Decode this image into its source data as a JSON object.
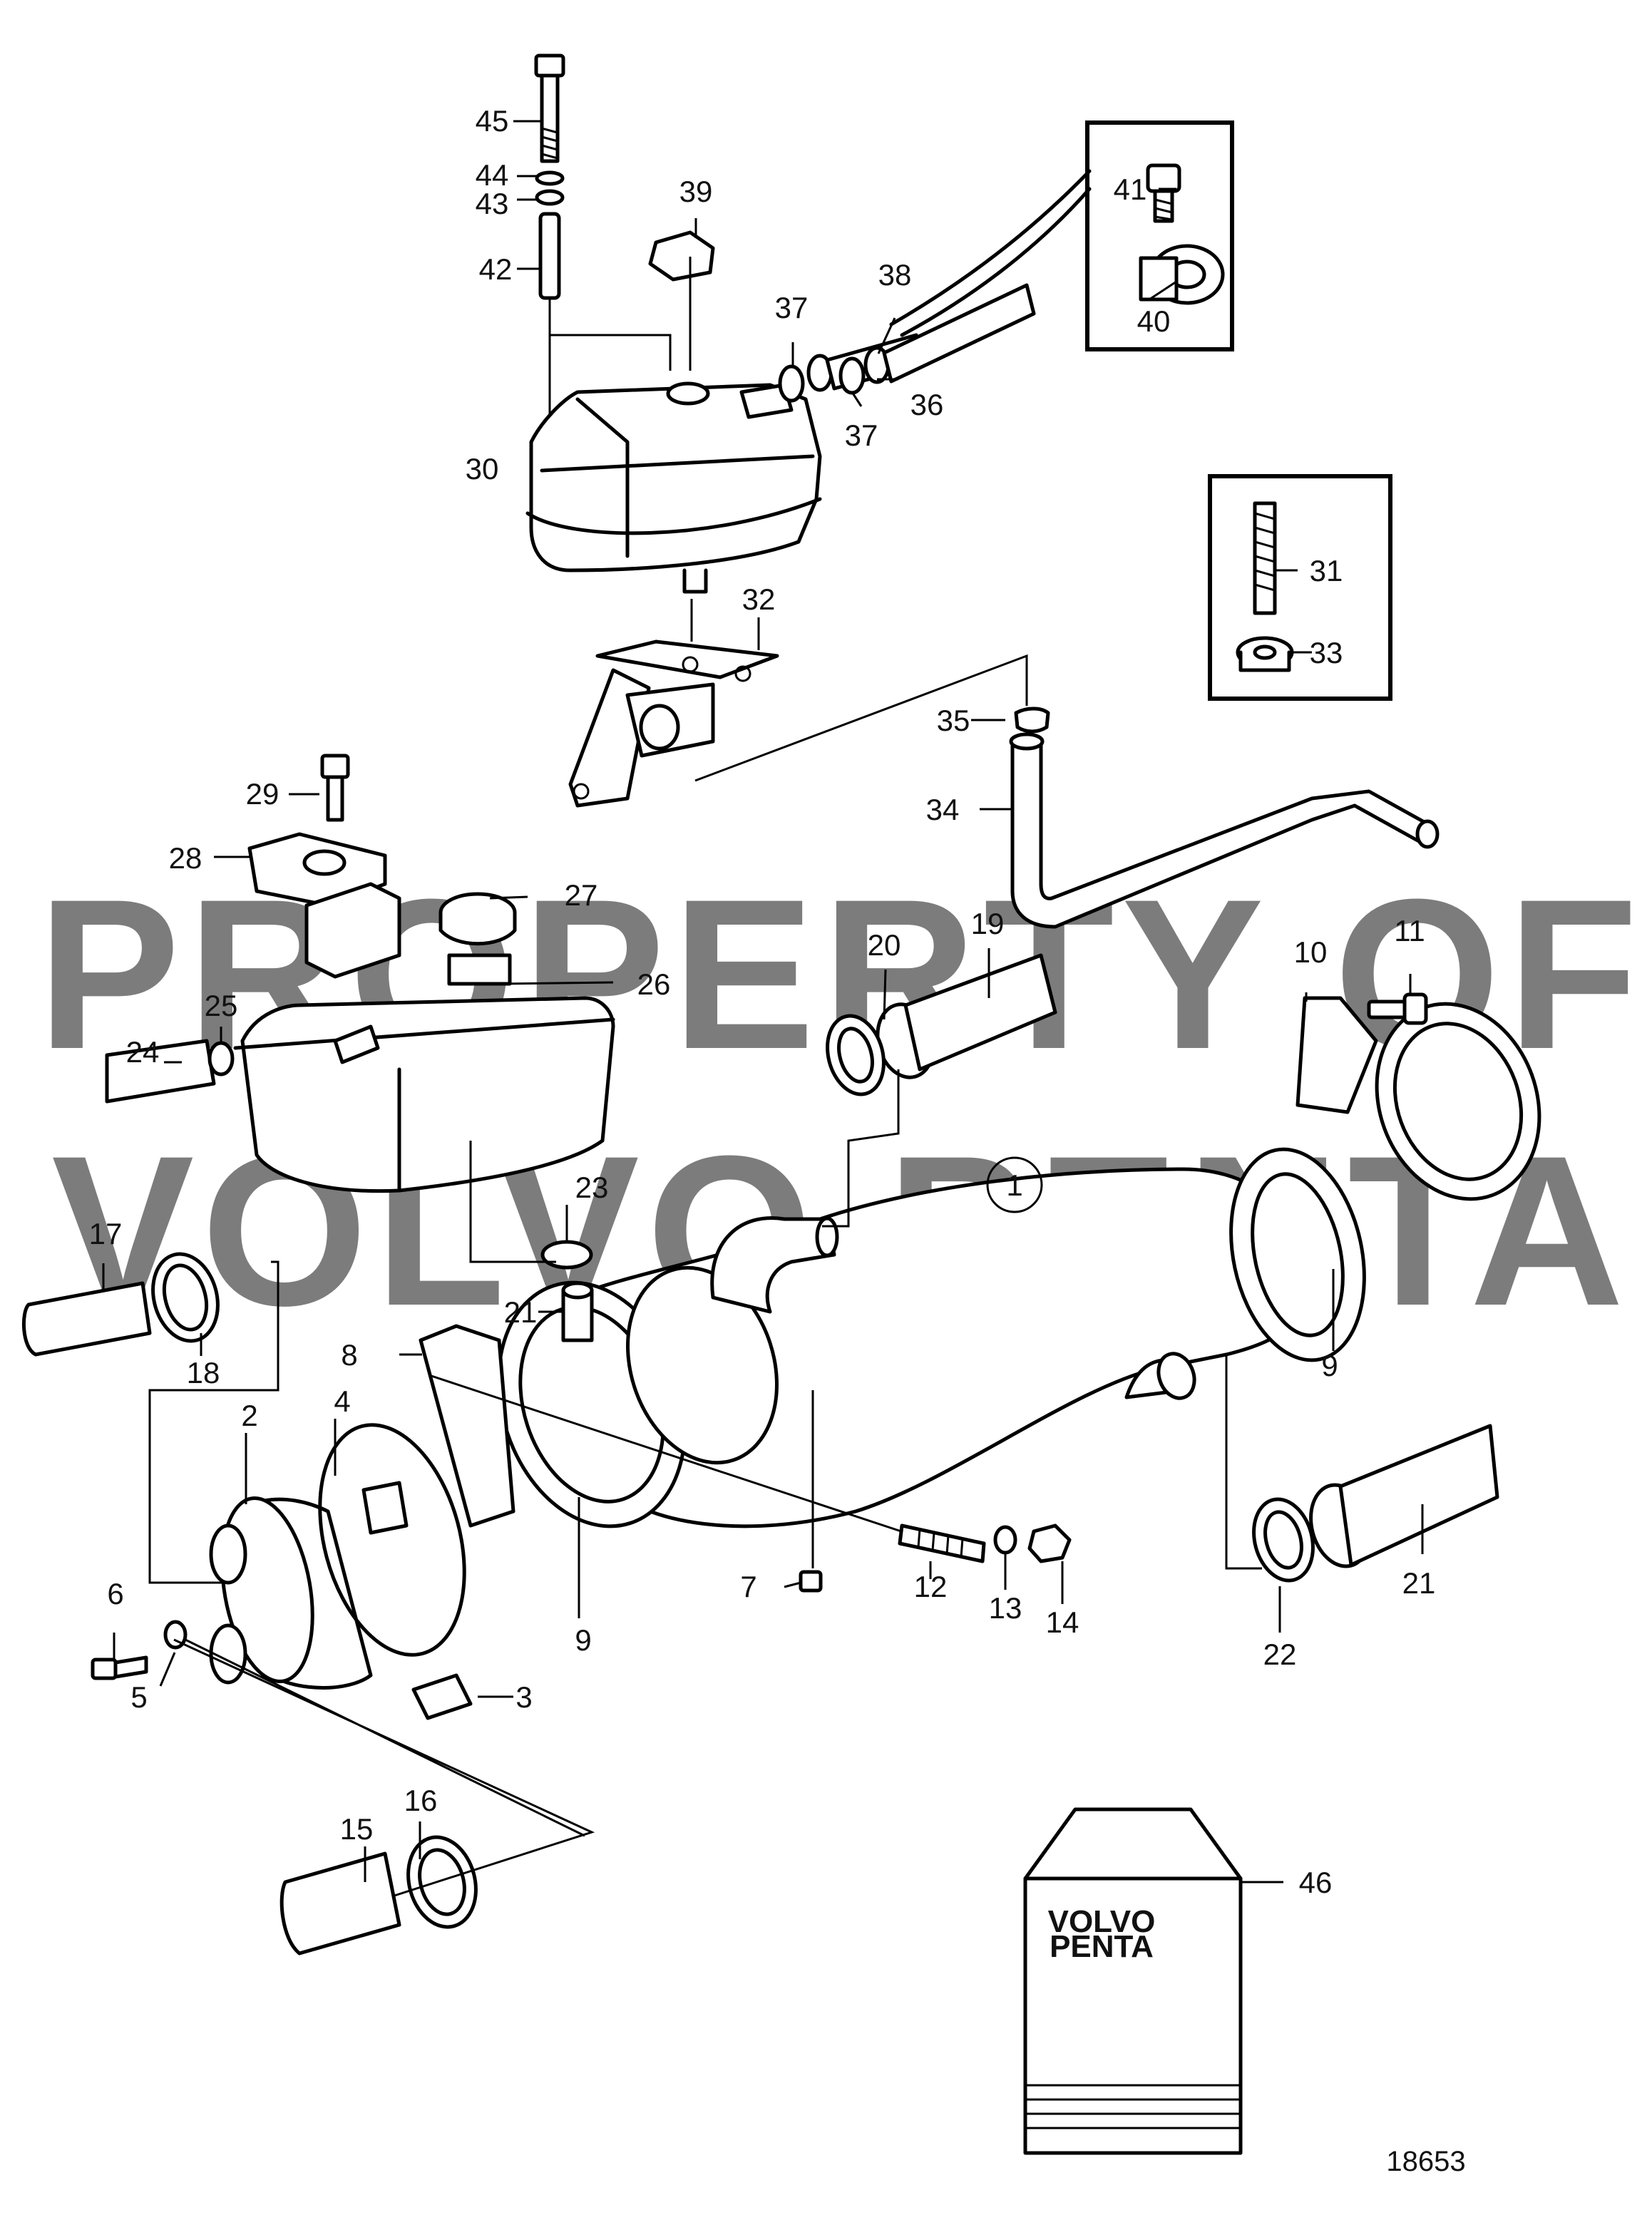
{
  "watermark": {
    "line1": "PROPERTY OF",
    "line2": "VOLVO PENTA"
  },
  "drawing_number": "18653",
  "booklet_brand": {
    "line1": "VOLVO",
    "line2": "PENTA"
  },
  "callouts": {
    "c1": "1",
    "c2": "2",
    "c3": "3",
    "c4": "4",
    "c5": "5",
    "c6": "6",
    "c7": "7",
    "c8": "8",
    "c9a": "9",
    "c9b": "9",
    "c10": "10",
    "c11": "11",
    "c12": "12",
    "c13": "13",
    "c14": "14",
    "c15": "15",
    "c16": "16",
    "c17": "17",
    "c18": "18",
    "c19": "19",
    "c20": "20",
    "c21a": "21",
    "c21b": "21",
    "c22": "22",
    "c23": "23",
    "c24": "24",
    "c25": "25",
    "c26": "26",
    "c27": "27",
    "c28": "28",
    "c29": "29",
    "c30": "30",
    "c31": "31",
    "c32": "32",
    "c33": "33",
    "c34": "34",
    "c35": "35",
    "c36": "36",
    "c37a": "37",
    "c37b": "37",
    "c38": "38",
    "c39": "39",
    "c40": "40",
    "c41": "41",
    "c42": "42",
    "c43": "43",
    "c44": "44",
    "c45": "45",
    "c46": "46"
  },
  "colors": {
    "line": "#000000",
    "watermark": "#b9b9b9",
    "background": "#ffffff"
  }
}
